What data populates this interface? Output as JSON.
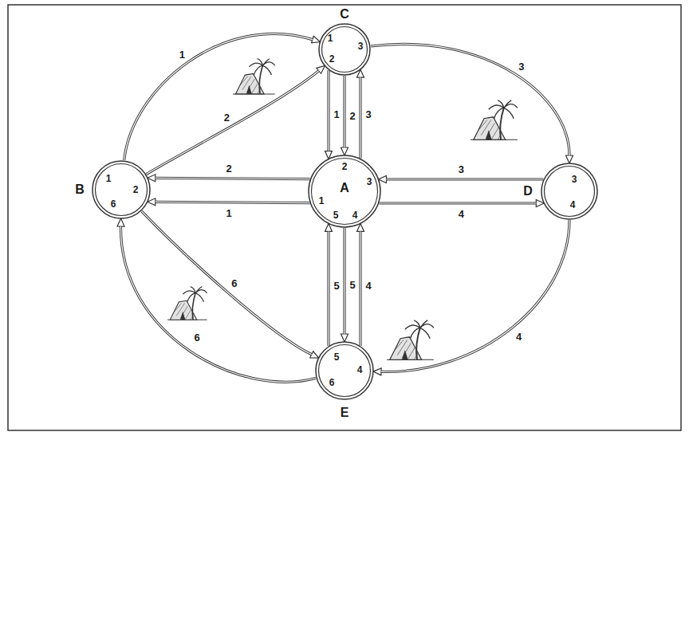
{
  "diagram": {
    "nodes": [
      {
        "text": [
          "C",
          "1",
          "2",
          "3"
        ]
      },
      {
        "text": [
          "B",
          "1",
          "2",
          "6"
        ]
      },
      {
        "text": [
          "A",
          "2",
          "3",
          "1",
          "5",
          "4"
        ]
      },
      {
        "text": [
          "D",
          "3",
          "4"
        ]
      },
      {
        "text": [
          "E",
          "5",
          "4",
          "6"
        ]
      }
    ],
    "edges": [
      {
        "from": 1,
        "to": 0,
        "arrow": "to",
        "label": "1"
      },
      {
        "from": 1,
        "to": 0,
        "arrow": "to",
        "label": "2"
      },
      {
        "from": 0,
        "to": 2,
        "arrow": "to",
        "label": "1"
      },
      {
        "from": 0,
        "to": 2,
        "arrow": "to",
        "label": "2"
      },
      {
        "from": 2,
        "to": 0,
        "arrow": "to",
        "label": "3"
      },
      {
        "from": 0,
        "to": 3,
        "arrow": "to",
        "label": "3"
      },
      {
        "from": 3,
        "to": 2,
        "arrow": "to",
        "label": "3"
      },
      {
        "from": 2,
        "to": 3,
        "arrow": "to",
        "label": "4"
      },
      {
        "from": 3,
        "to": 4,
        "arrow": "to",
        "label": "4"
      },
      {
        "from": 4,
        "to": 2,
        "arrow": "to",
        "label": "4"
      },
      {
        "from": 2,
        "to": 4,
        "arrow": "to",
        "label": "5"
      },
      {
        "from": 4,
        "to": 2,
        "arrow": "to",
        "label": "5"
      },
      {
        "from": 2,
        "to": 1,
        "arrow": "to",
        "label": "2"
      },
      {
        "from": 2,
        "to": 1,
        "arrow": "to",
        "label": "1"
      },
      {
        "from": 1,
        "to": 4,
        "arrow": "to",
        "label": "6"
      },
      {
        "from": 4,
        "to": 1,
        "arrow": "to",
        "label": "6"
      }
    ]
  }
}
